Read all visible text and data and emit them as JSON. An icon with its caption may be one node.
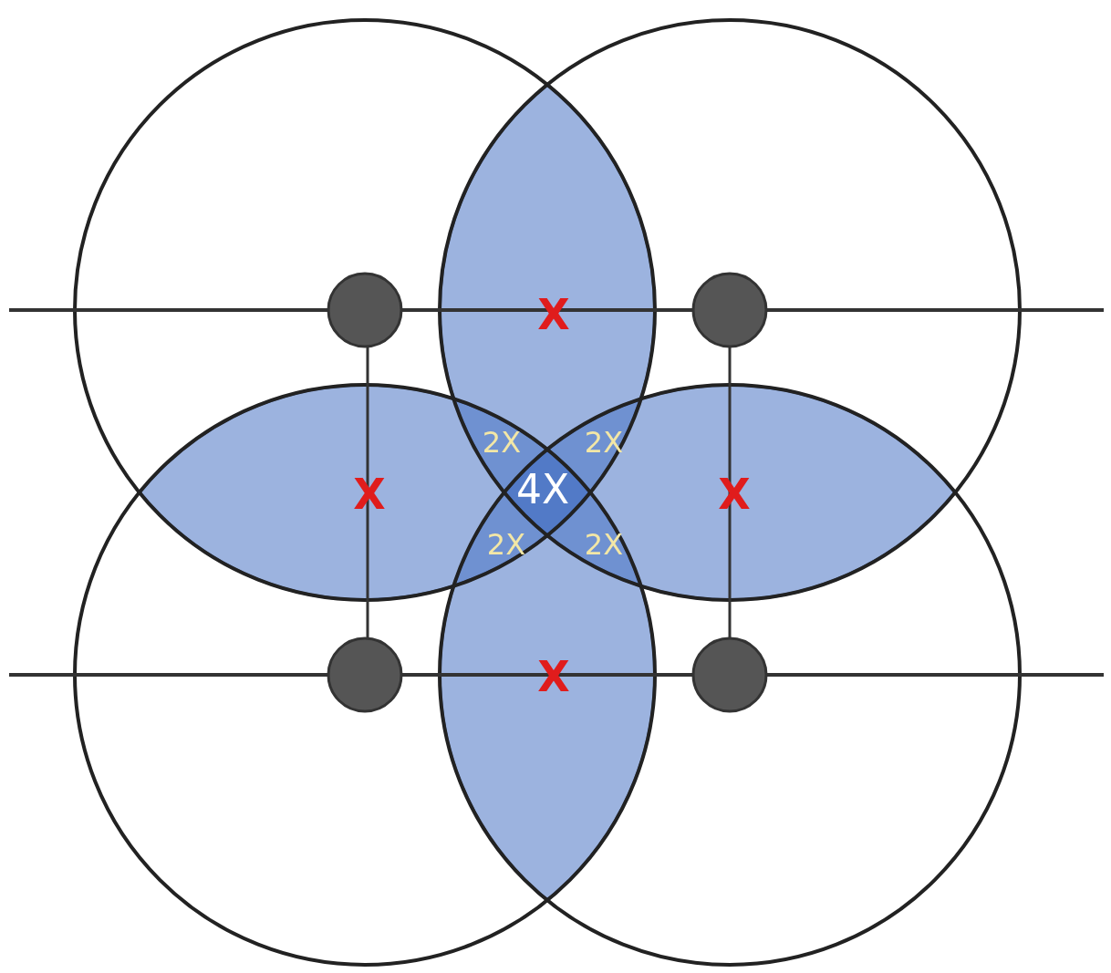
{
  "diagram": {
    "labels": [
      "X",
      "2X",
      "2X",
      "X",
      "4X",
      "X",
      "2X",
      "2X",
      "X"
    ]
  }
}
